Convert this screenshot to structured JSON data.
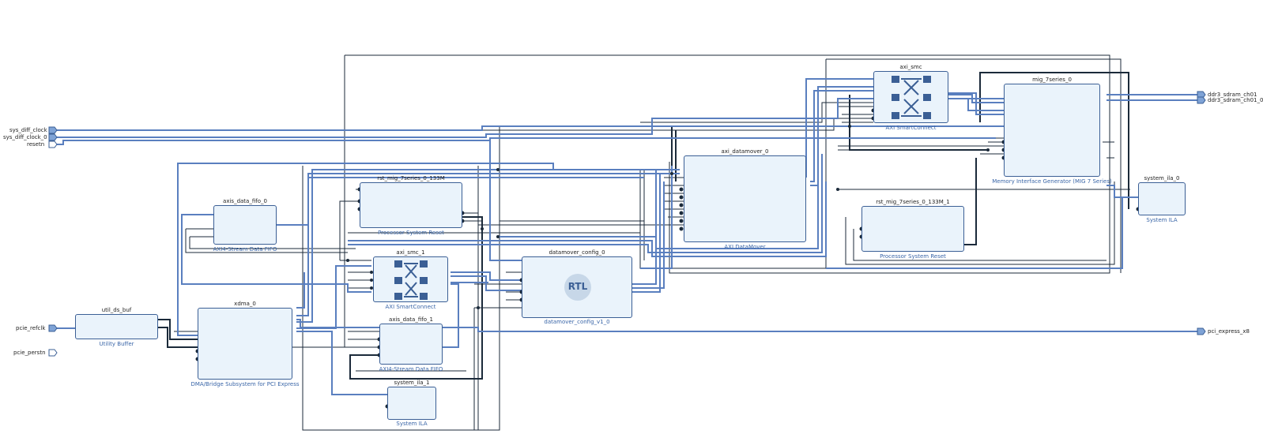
{
  "external_ports": {
    "sys_diff_clock": "sys_diff_clock",
    "sys_diff_clock_0": "sys_diff_clock_0",
    "resetn": "resetn",
    "pcie_refclk": "pcie_refclk",
    "pcie_perstn": "pcie_perstn",
    "ddr3_sdram_ch01": "ddr3_sdram_ch01",
    "ddr3_sdram_ch01_0": "ddr3_sdram_ch01_0",
    "pci_express_x8": "pci_express_x8"
  },
  "blocks": {
    "util_ds_buf": {
      "name": "util_ds_buf",
      "type": "Utility Buffer"
    },
    "xdma_0": {
      "name": "xdma_0",
      "type": "DMA/Bridge Subsystem for PCI Express"
    },
    "axis_data_fifo_0": {
      "name": "axis_data_fifo_0",
      "type": "AXI4-Stream Data FIFO"
    },
    "rst_mig_7series_0_133M": {
      "name": "rst_mig_7series_0_133M",
      "type": "Processor System Reset"
    },
    "axi_smc_1": {
      "name": "axi_smc_1",
      "type": "AXI SmartConnect"
    },
    "axis_data_fifo_1": {
      "name": "axis_data_fifo_1",
      "type": "AXI4-Stream Data FIFO"
    },
    "system_ila_1": {
      "name": "system_ila_1",
      "type": "System ILA"
    },
    "datamover_config_0": {
      "name": "datamover_config_0",
      "type": "datamover_config_v1_0",
      "badge": "RTL"
    },
    "axi_datamover_0": {
      "name": "axi_datamover_0",
      "type": "AXI DataMover"
    },
    "axi_smc": {
      "name": "axi_smc",
      "type": "AXI SmartConnect"
    },
    "rst_mig_7series_0_133M_1": {
      "name": "rst_mig_7series_0_133M_1",
      "type": "Processor System Reset"
    },
    "mig_7series_0": {
      "name": "mig_7series_0",
      "type": "Memory Interface Generator (MIG 7 Series)"
    },
    "system_ila_0": {
      "name": "system_ila_0",
      "type": "System ILA"
    }
  },
  "colors": {
    "block_fill": "#eaf3fb",
    "block_border": "#3b5f95",
    "bus_wire": "#5a7fbf",
    "net_wire": "#1b2a3a",
    "subtitle": "#3a66a8"
  }
}
